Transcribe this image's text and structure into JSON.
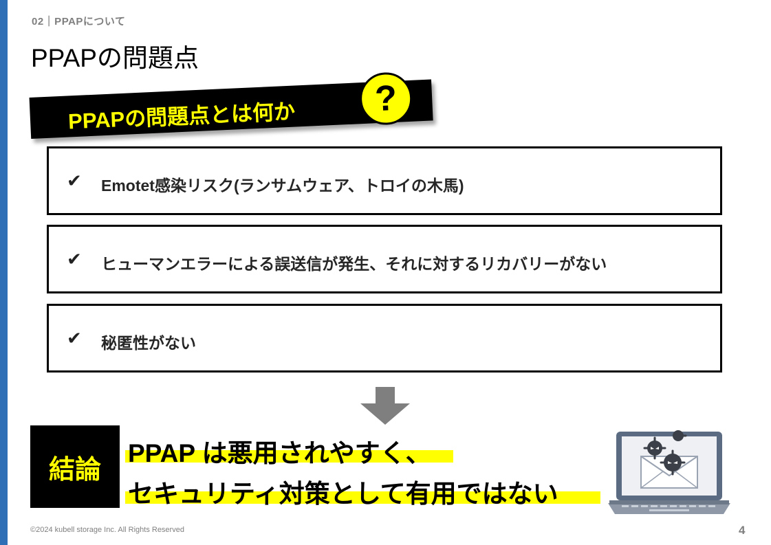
{
  "header": {
    "section_label": "02｜PPAPについて",
    "title": "PPAPの問題点"
  },
  "banner": {
    "text": "PPAPの問題点とは何か",
    "icon": "question-mark-icon",
    "icon_glyph": "?"
  },
  "problems": [
    {
      "check": "✔",
      "text": "Emotet感染リスク(ランサムウェア、トロイの木馬)"
    },
    {
      "check": "✔",
      "text": "ヒューマンエラーによる誤送信が発生、それに対するリカバリーがない"
    },
    {
      "check": "✔",
      "text": "秘匿性がない"
    }
  ],
  "conclusion": {
    "label": "結論",
    "line1": "PPAP は悪用されやすく、",
    "line2": "セキュリティ対策として有用ではない"
  },
  "illustration": {
    "icon": "laptop-virus-email-icon"
  },
  "footer": {
    "copyright": "©2024 kubell storage Inc. All Rights Reserved",
    "page_number": "4"
  },
  "colors": {
    "accent_blue": "#2f6fb6",
    "highlight_yellow": "#ffff00",
    "black": "#000000",
    "gray_text": "#7f7f7f"
  }
}
